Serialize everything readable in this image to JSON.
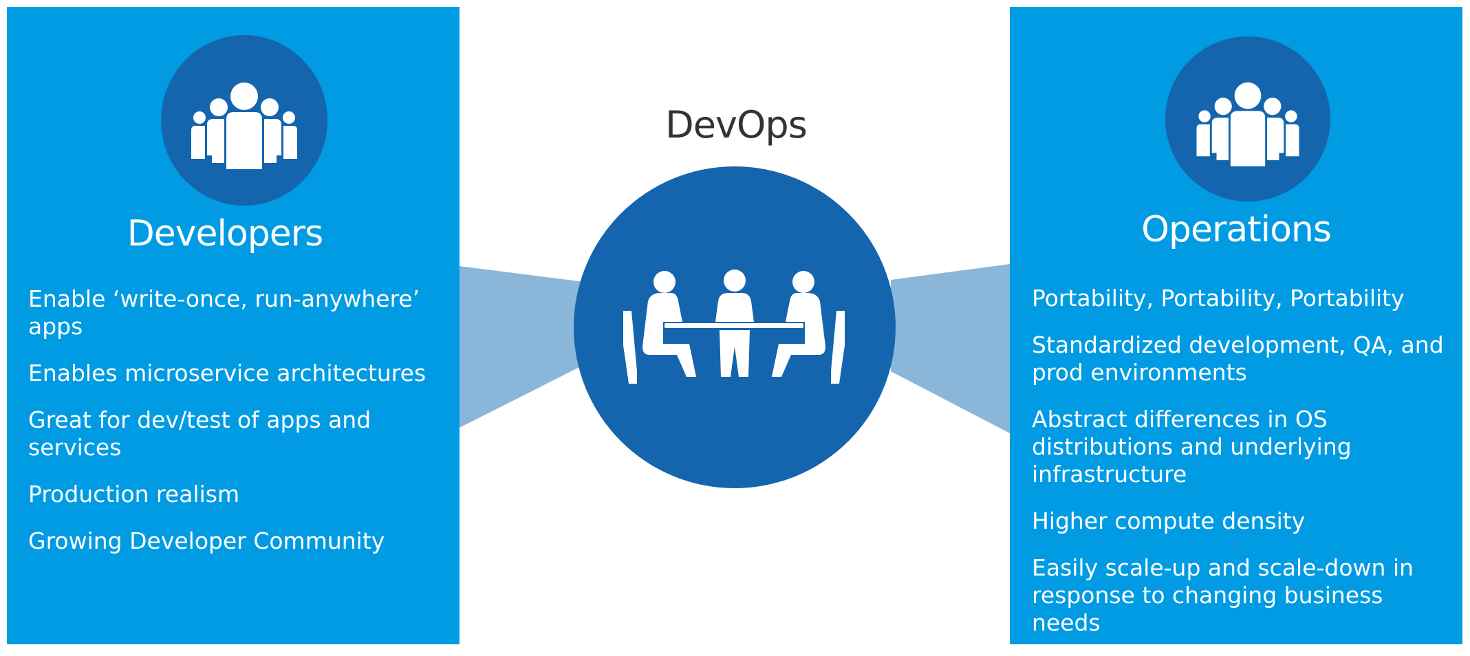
{
  "developers": {
    "title": "Developers",
    "icon": "group-of-people-icon",
    "points": [
      "Enable ‘write-once, run-anywhere’ apps",
      "Enables microservice architectures",
      "Great for dev/test of apps and services",
      "Production realism",
      "Growing Developer Community"
    ]
  },
  "center": {
    "title": "DevOps",
    "icon": "team-meeting-icon"
  },
  "operations": {
    "title": "Operations",
    "icon": "group-of-people-icon",
    "points": [
      "Portability, Portability, Portability",
      "Standardized development, QA, and prod environments",
      "Abstract differences in OS distributions and underlying infrastructure",
      "Higher compute density",
      "Easily scale-up and scale-down in response to changing business needs"
    ]
  },
  "colors": {
    "panel": "#009be3",
    "circle": "#1565ae",
    "beam": "#8ab6d9",
    "title_text": "#333333"
  }
}
